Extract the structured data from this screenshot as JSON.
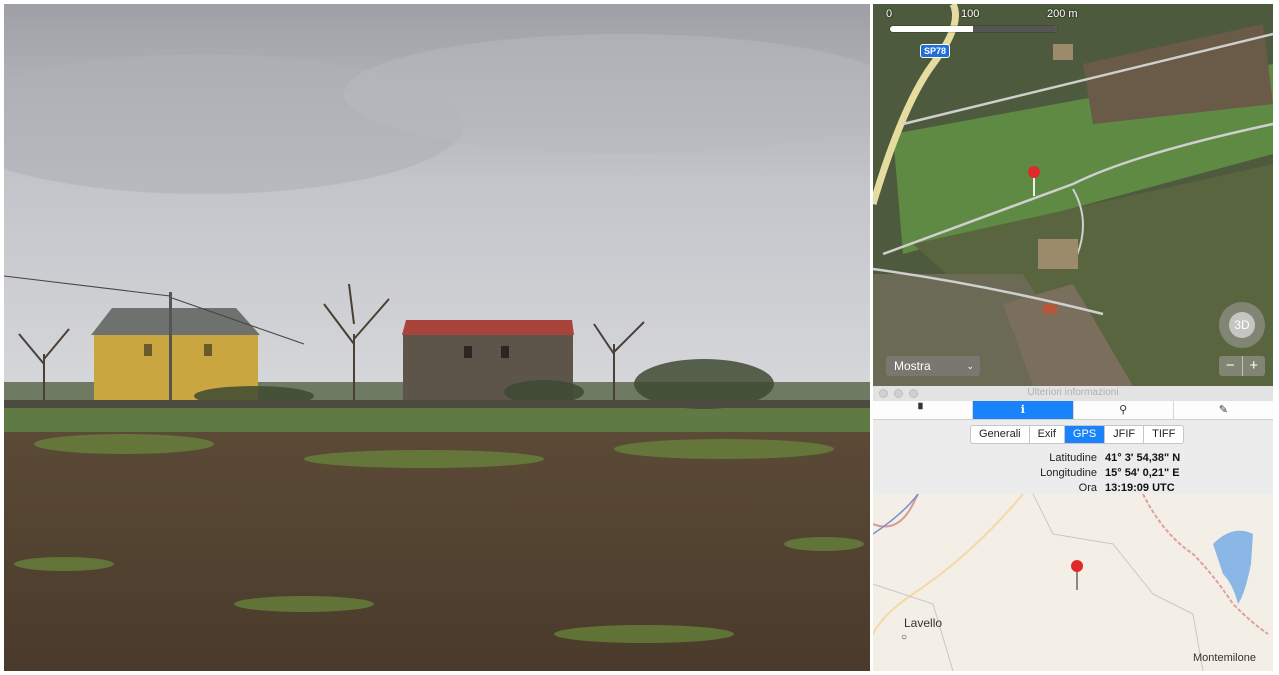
{
  "map": {
    "scale_labels": [
      "0",
      "100",
      "200 m"
    ],
    "road_shield": "SP78",
    "compass_label": "3D",
    "zoom_out": "−",
    "zoom_in": "+",
    "mode_select": "Mostra"
  },
  "inspector": {
    "title": "Ulteriori informazioni",
    "tabs": [
      {
        "icon": "document-icon",
        "glyph": "▘"
      },
      {
        "icon": "info-icon",
        "glyph": "ℹ"
      },
      {
        "icon": "search-icon",
        "glyph": "⚲"
      },
      {
        "icon": "pencil-icon",
        "glyph": "✎"
      }
    ],
    "segments": [
      "Generali",
      "Exif",
      "GPS",
      "JFIF",
      "TIFF"
    ],
    "selected_segment": "GPS",
    "rows": [
      {
        "key": "Latitudine",
        "value": "41° 3' 54,38\" N"
      },
      {
        "key": "Longitudine",
        "value": "15° 54' 0,21\" E"
      },
      {
        "key": "Ora",
        "value": "13:19:09 UTC"
      }
    ],
    "towns": [
      "Lavello",
      "Montemilone"
    ]
  },
  "colors": {
    "accent": "#1a82fb",
    "pin": "#e02a2a"
  }
}
